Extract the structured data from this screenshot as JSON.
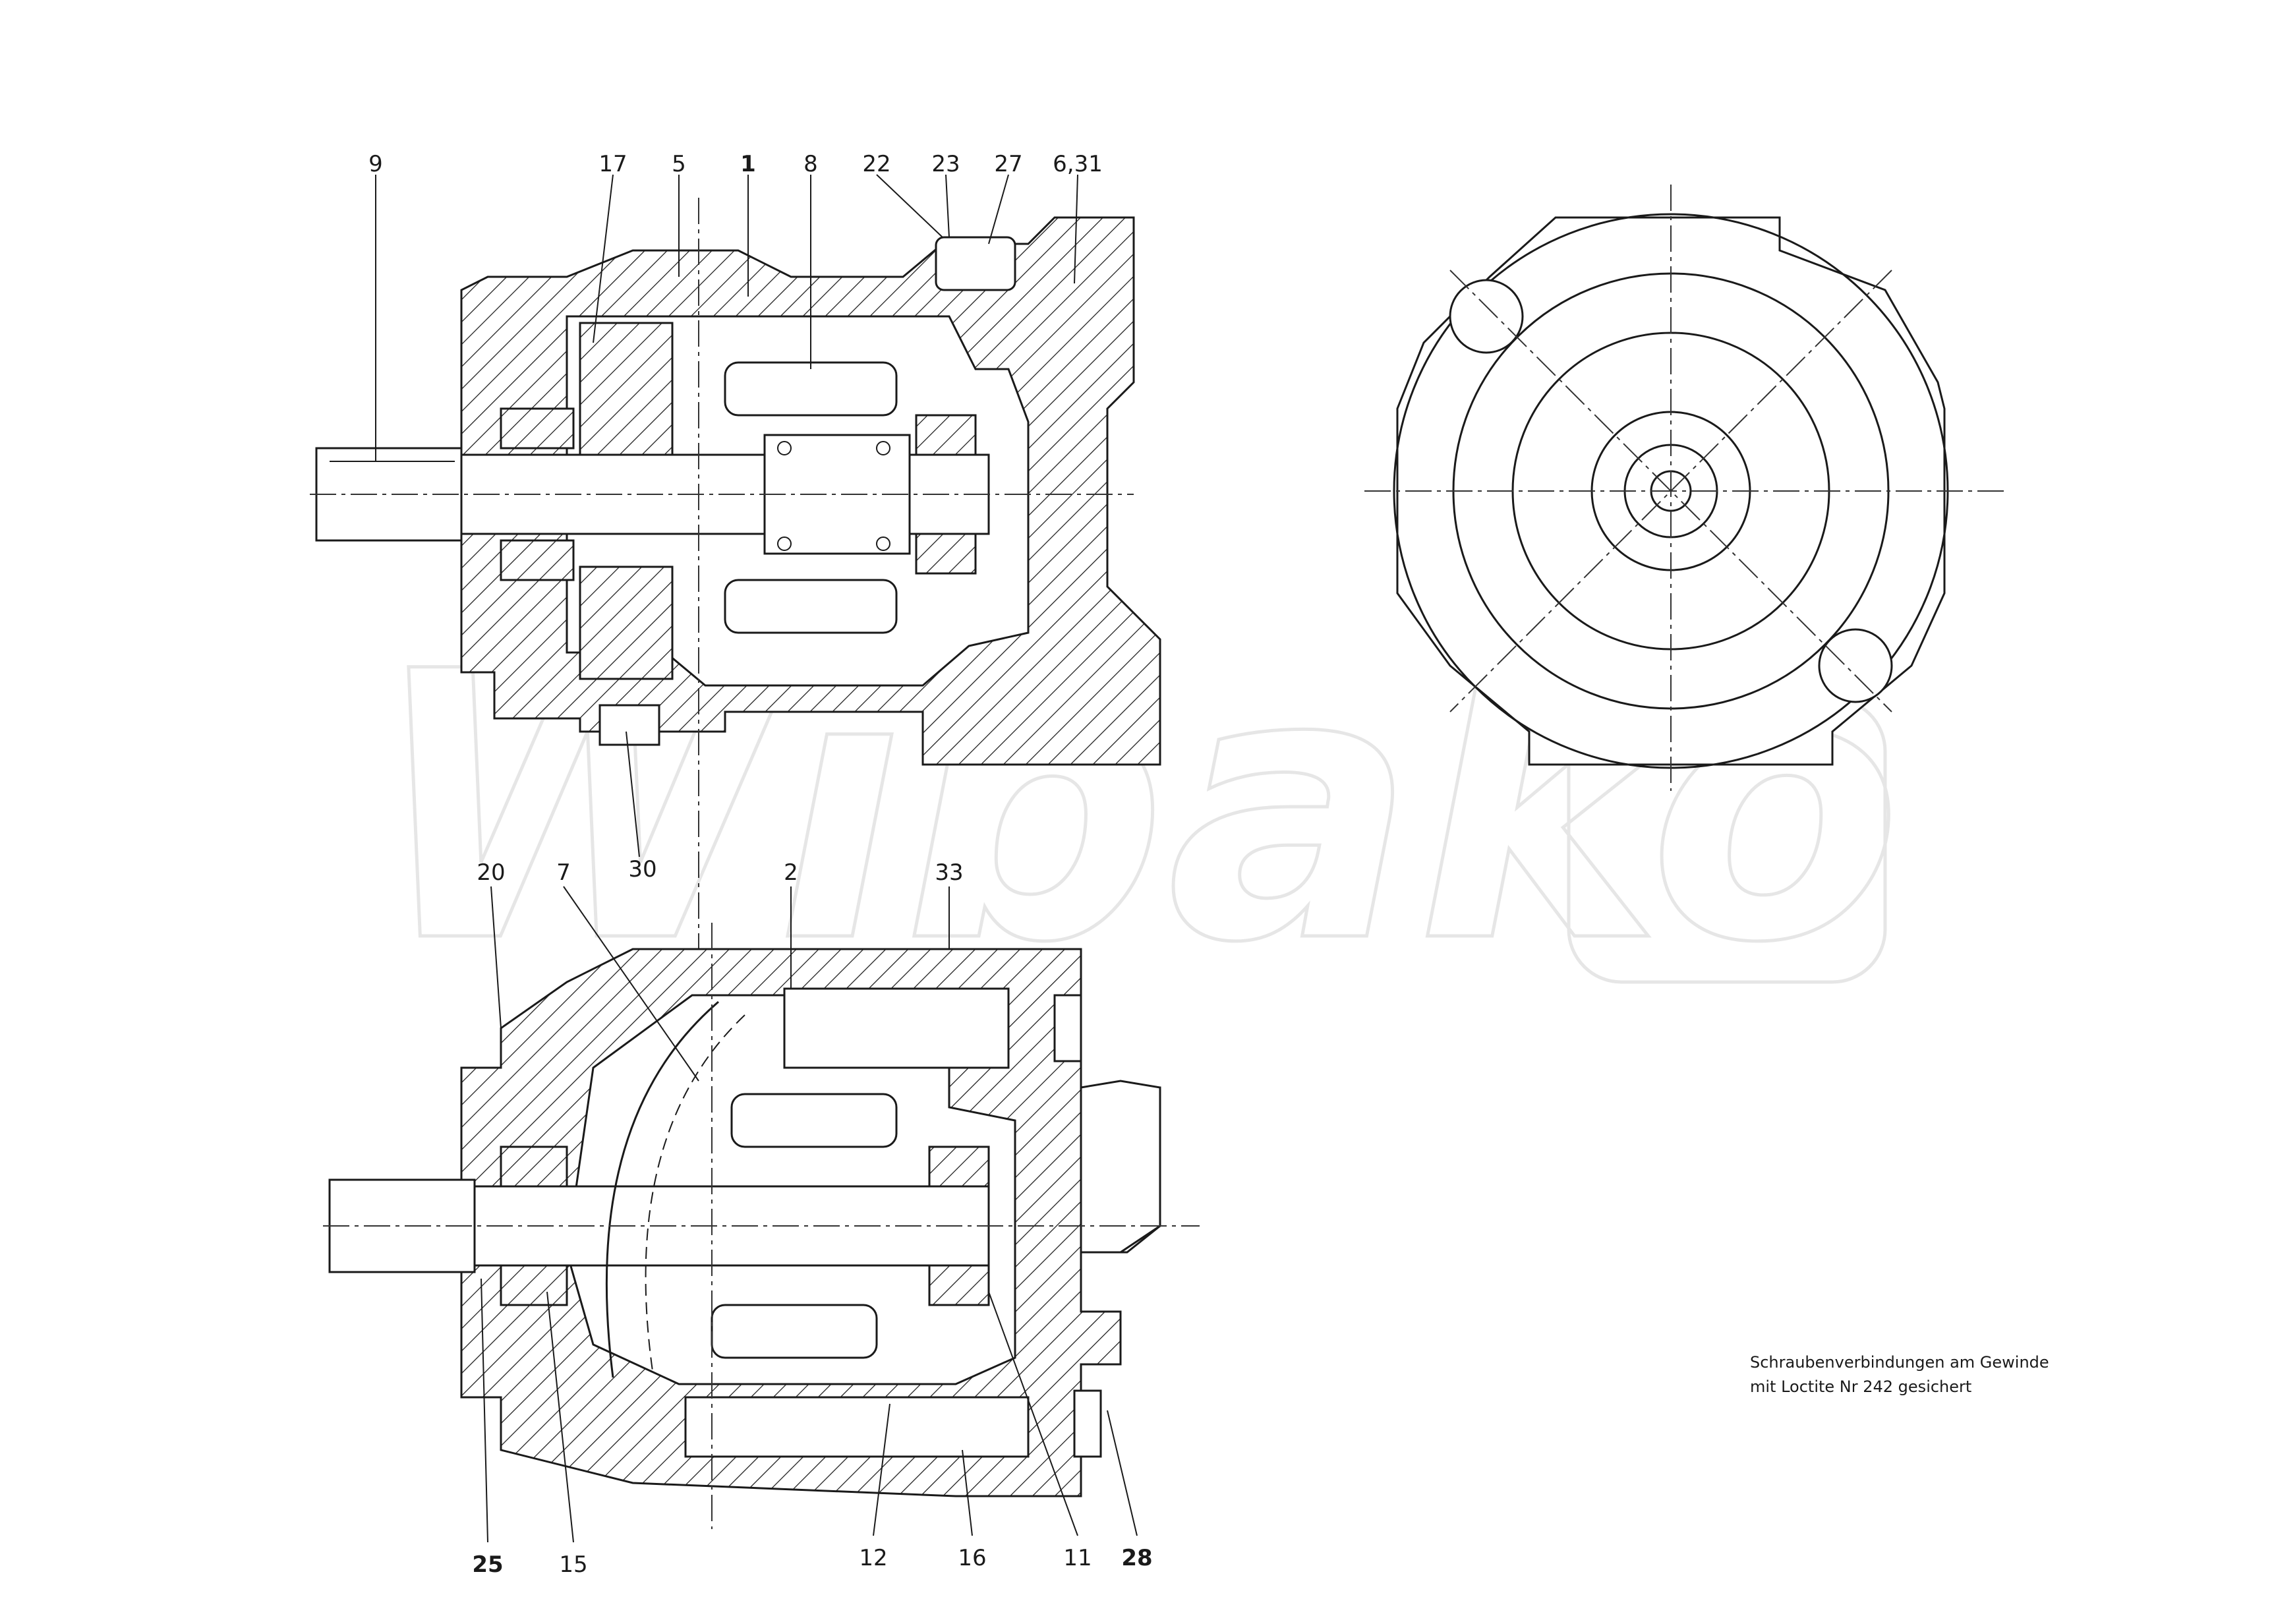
{
  "watermark": "Wibako",
  "note": {
    "line1": "Schraubenverbindungen am Gewinde",
    "line2": "mit Loctite Nr 242 gesichert"
  },
  "top_view_labels": [
    "9",
    "17",
    "5",
    "1",
    "8",
    "22",
    "23",
    "27",
    "6,31",
    "30"
  ],
  "bottom_view_labels": [
    "20",
    "7",
    "2",
    "33",
    "25",
    "15",
    "12",
    "16",
    "11",
    "28"
  ]
}
